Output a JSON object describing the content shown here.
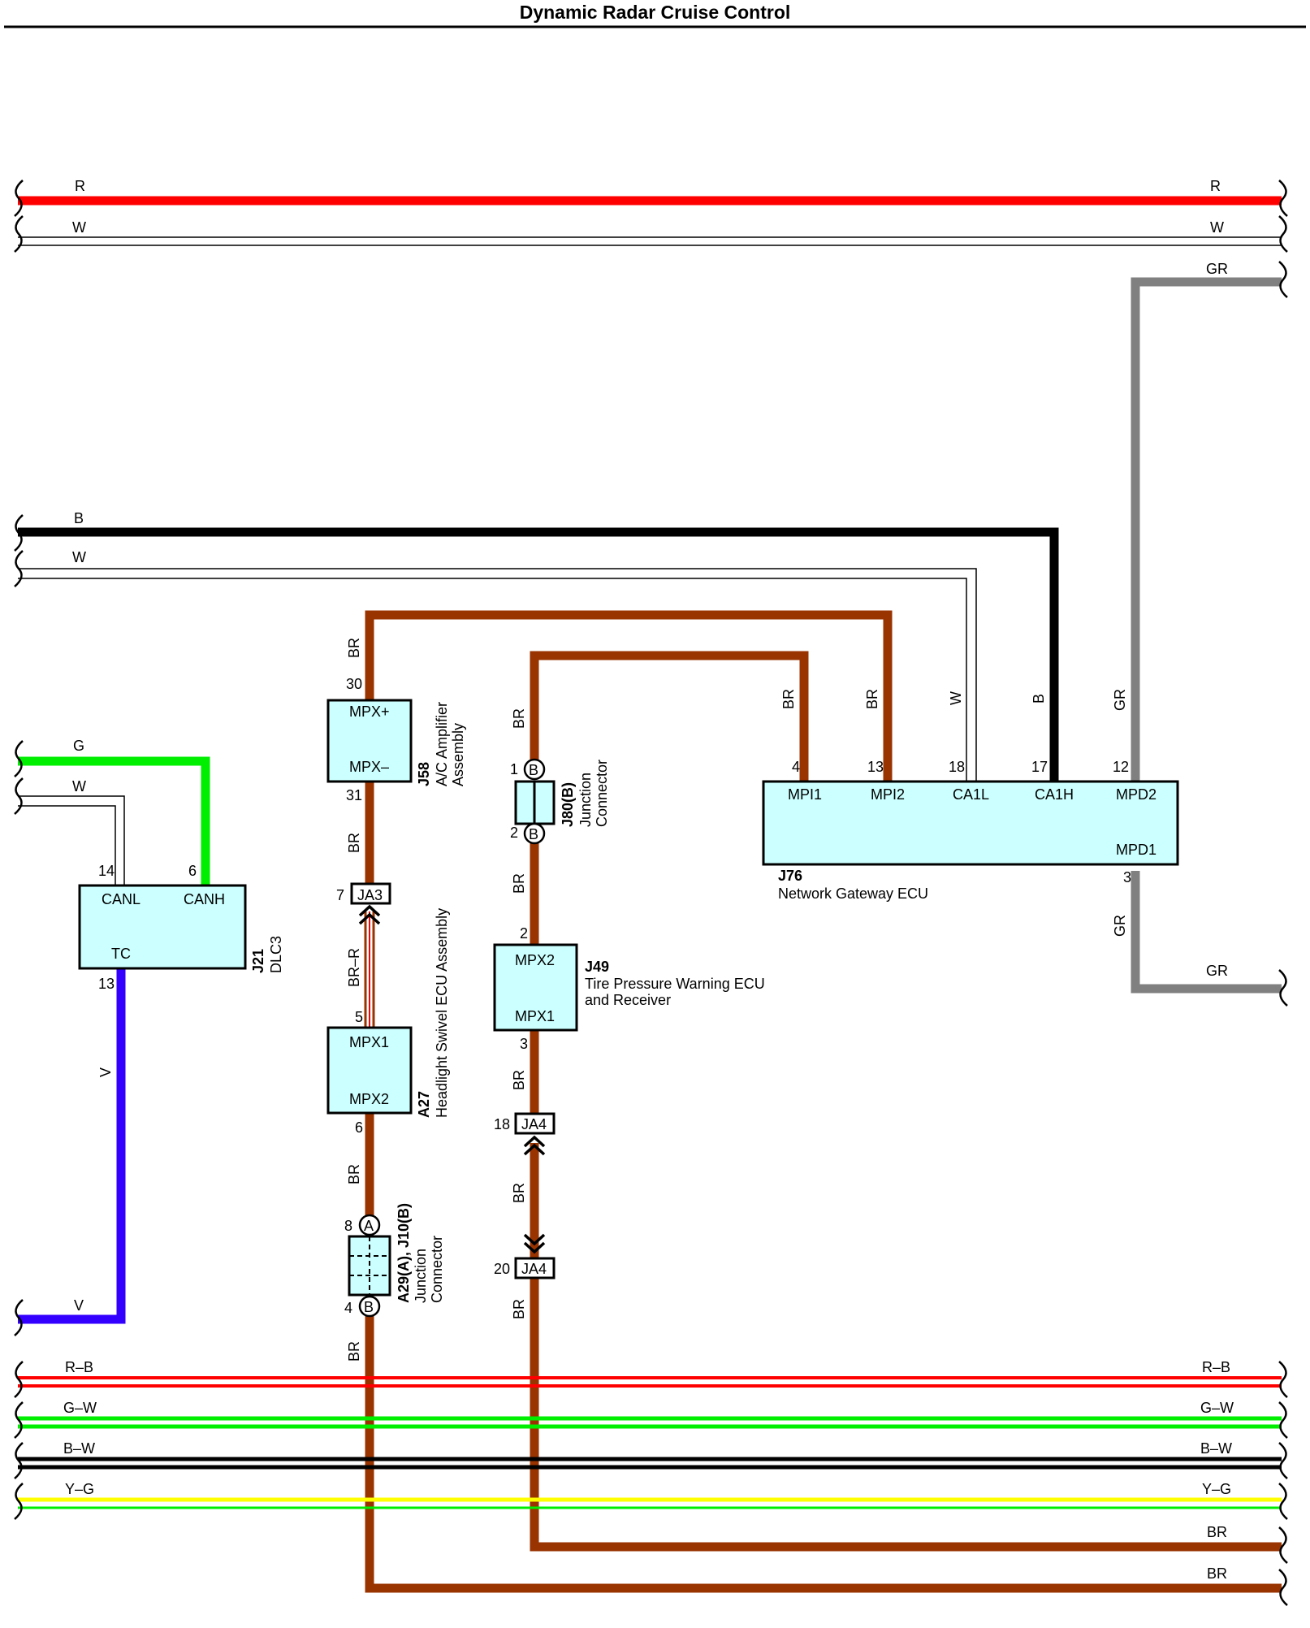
{
  "title": "Dynamic Radar Cruise Control",
  "colors": {
    "R": "#ff0000",
    "W": "#ffffff",
    "GR": "#808080",
    "B": "#000000",
    "BR": "#993300",
    "G": "#00ee00",
    "V": "#3300ff",
    "Y": "#ffff00",
    "connector_fill": "#ccffff"
  },
  "wire_labels": {
    "r_left": "R",
    "r_right": "R",
    "w_top_left": "W",
    "w_top_right": "W",
    "gr_top_right": "GR",
    "b_left": "B",
    "w_mid_left": "W",
    "br_1": "BR",
    "br_2": "BR",
    "br_3": "BR",
    "br_4": "BR",
    "br_5": "BR",
    "br_6": "BR",
    "br_7": "BR",
    "br_8": "BR",
    "br_9": "BR",
    "br_10": "BR",
    "br_11": "BR",
    "br_r": "BR–R",
    "w_vert": "W",
    "b_vert": "B",
    "gr_vert_1": "GR",
    "gr_vert_2": "GR",
    "gr_bottom_right": "GR",
    "g_left": "G",
    "w_dlc_left": "W",
    "v_vert": "V",
    "v_left": "V",
    "rb_left": "R–B",
    "rb_right": "R–B",
    "gw_left": "G–W",
    "gw_right": "G–W",
    "bw_left": "B–W",
    "bw_right": "B–W",
    "yg_left": "Y–G",
    "yg_right": "Y–G",
    "br_bus_1": "BR",
    "br_bus_2": "BR"
  },
  "components": {
    "j58": {
      "code": "J58",
      "name_line1": "A/C Amplifier",
      "name_line2": "Assembly",
      "term_top": "MPX+",
      "term_bottom": "MPX–",
      "pin_top": "30",
      "pin_bottom": "31"
    },
    "j80": {
      "code": "J80(B)",
      "name_line1": "Junction",
      "name_line2": "Connector",
      "pin_top": "1",
      "pin_bottom": "2",
      "mark": "B"
    },
    "j76": {
      "code": "J76",
      "name": "Network Gateway ECU",
      "terminals": [
        "MPI1",
        "MPI2",
        "CA1L",
        "CA1H",
        "MPD2"
      ],
      "pins": [
        "4",
        "13",
        "18",
        "17",
        "12"
      ],
      "term_mpd1": "MPD1",
      "pin_mpd1": "3"
    },
    "j21": {
      "code": "J21",
      "name": "DLC3",
      "term_canl": "CANL",
      "term_canh": "CANH",
      "term_tc": "TC",
      "pin_canl": "14",
      "pin_canh": "6",
      "pin_tc": "13"
    },
    "ja3": {
      "label": "JA3",
      "pin": "7"
    },
    "a27": {
      "code": "A27",
      "name": "Headlight Swivel ECU Assembly",
      "term_top": "MPX1",
      "term_bottom": "MPX2",
      "pin_top": "5",
      "pin_bottom": "6"
    },
    "a29": {
      "code": "A29(A), J10(B)",
      "name_line1": "Junction",
      "name_line2": "Connector",
      "pin_top": "8",
      "pin_bottom": "4",
      "mark_top": "A",
      "mark_bottom": "B"
    },
    "j49": {
      "code": "J49",
      "name_line1": "Tire Pressure Warning ECU",
      "name_line2": "and Receiver",
      "term_top": "MPX2",
      "term_bottom": "MPX1",
      "pin_top": "2",
      "pin_bottom": "3"
    },
    "ja4_upper": {
      "label": "JA4",
      "pin": "18"
    },
    "ja4_lower": {
      "label": "JA4",
      "pin": "20"
    }
  }
}
